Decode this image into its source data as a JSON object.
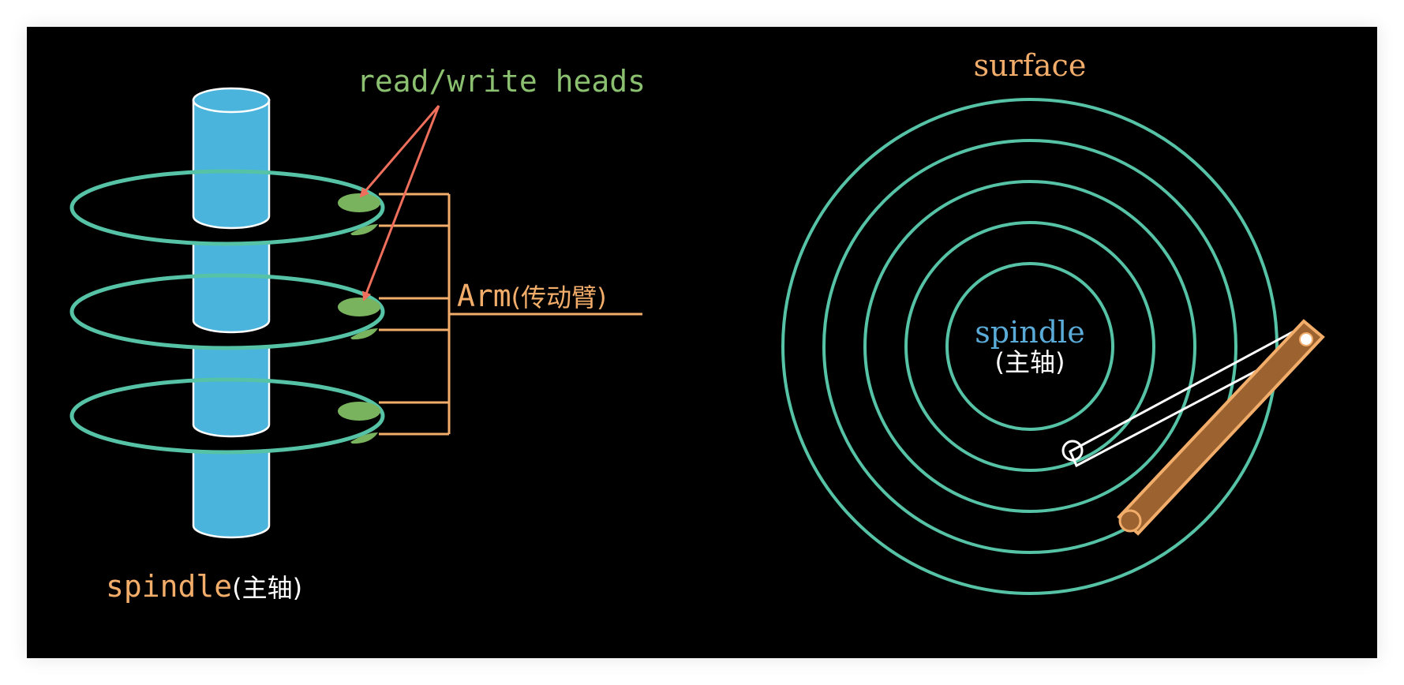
{
  "labels": {
    "heads": "read/write heads",
    "arm_name": "Arm",
    "arm_cn": "(传动臂)",
    "spindle_left": "spindle",
    "spindle_left_cn": "(主轴)",
    "surface": "surface",
    "spindle_right": "spindle",
    "spindle_right_cn": "(主轴)"
  },
  "colors": {
    "background": "#000000",
    "page": "#ffffff",
    "spindle_fill": "#4ab4dc",
    "track": "#56c2a6",
    "head": "#7ab35e",
    "arm": "#f2ad6a",
    "arrow": "#ee6f5c",
    "heads_label": "#8bc070",
    "surface_label": "#f2ad6a",
    "spindle_right_label": "#5aabd8",
    "cn_text": "#ffffff",
    "arm_body": "#9c6330"
  }
}
